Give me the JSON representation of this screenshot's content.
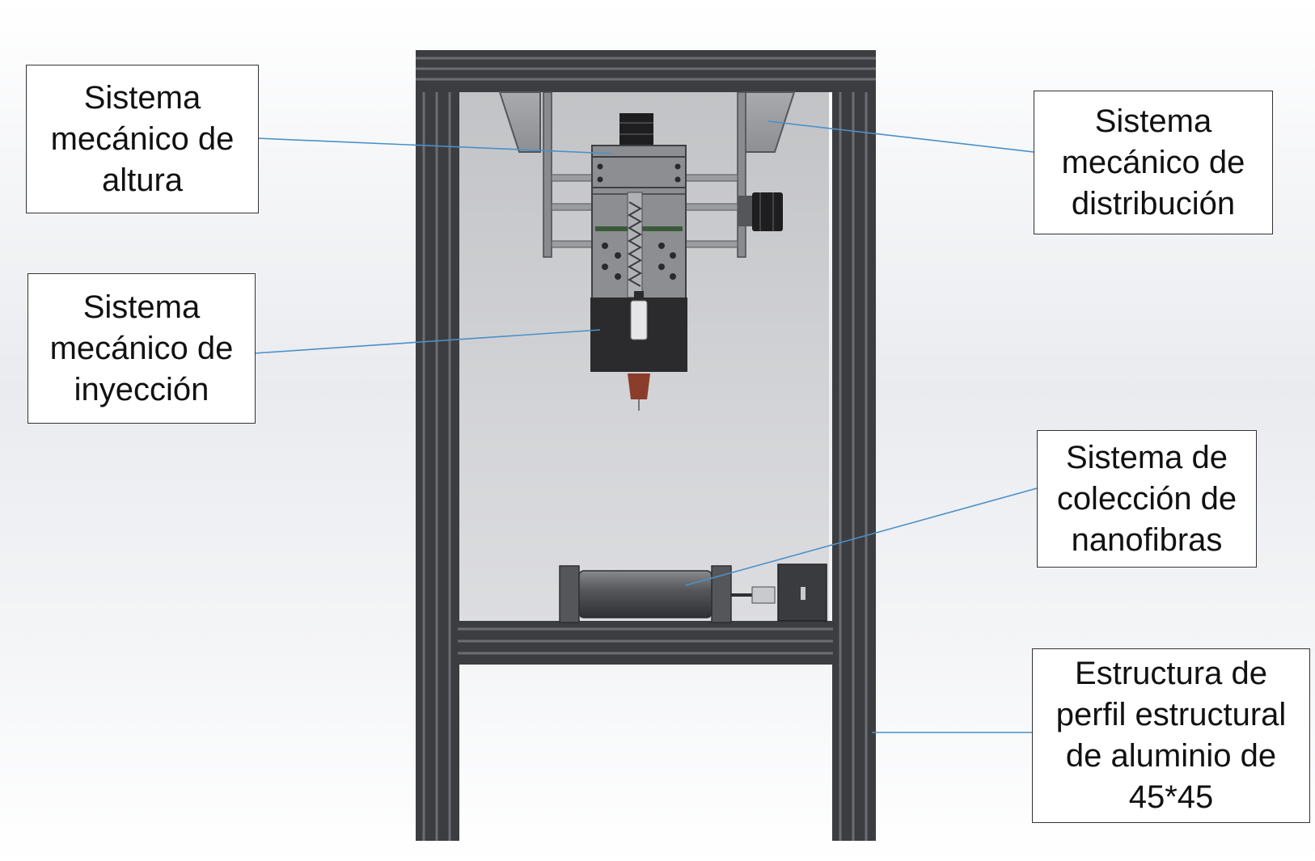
{
  "labels": {
    "altura": [
      "Sistema",
      "mecánico de",
      "altura"
    ],
    "inyeccion": [
      "Sistema",
      "mecánico de",
      "inyección"
    ],
    "distribucion": [
      "Sistema",
      "mecánico de",
      "distribución"
    ],
    "coleccion": [
      "Sistema de",
      "colección de",
      "nanofibras"
    ],
    "estructura": [
      "Estructura de",
      "perfil estructural",
      "de aluminio de",
      "45*45"
    ]
  },
  "colors": {
    "leader_line": "#4a90c8",
    "frame": "#3c3d40",
    "frame_highlight": "#6b6d72",
    "panel": "#c9cacd",
    "block": "#2b2b2d",
    "nozzle": "#8a3d2a"
  }
}
